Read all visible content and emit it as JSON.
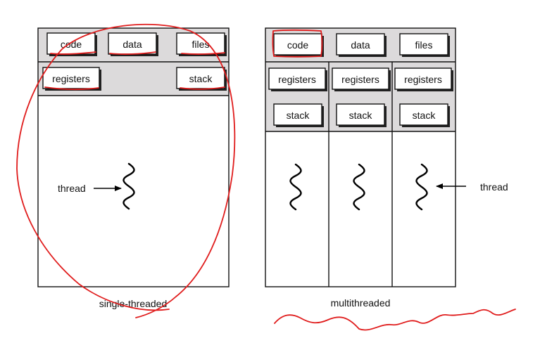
{
  "single": {
    "code": "code",
    "data": "data",
    "files": "files",
    "registers": "registers",
    "stack": "stack",
    "thread_label": "thread",
    "caption": "single-threaded"
  },
  "multi": {
    "code": "code",
    "data": "data",
    "files": "files",
    "threads": [
      {
        "registers": "registers",
        "stack": "stack"
      },
      {
        "registers": "registers",
        "stack": "stack"
      },
      {
        "registers": "registers",
        "stack": "stack"
      }
    ],
    "thread_label": "thread",
    "caption": "multithreaded"
  },
  "annotation_color": "#e01c1c"
}
